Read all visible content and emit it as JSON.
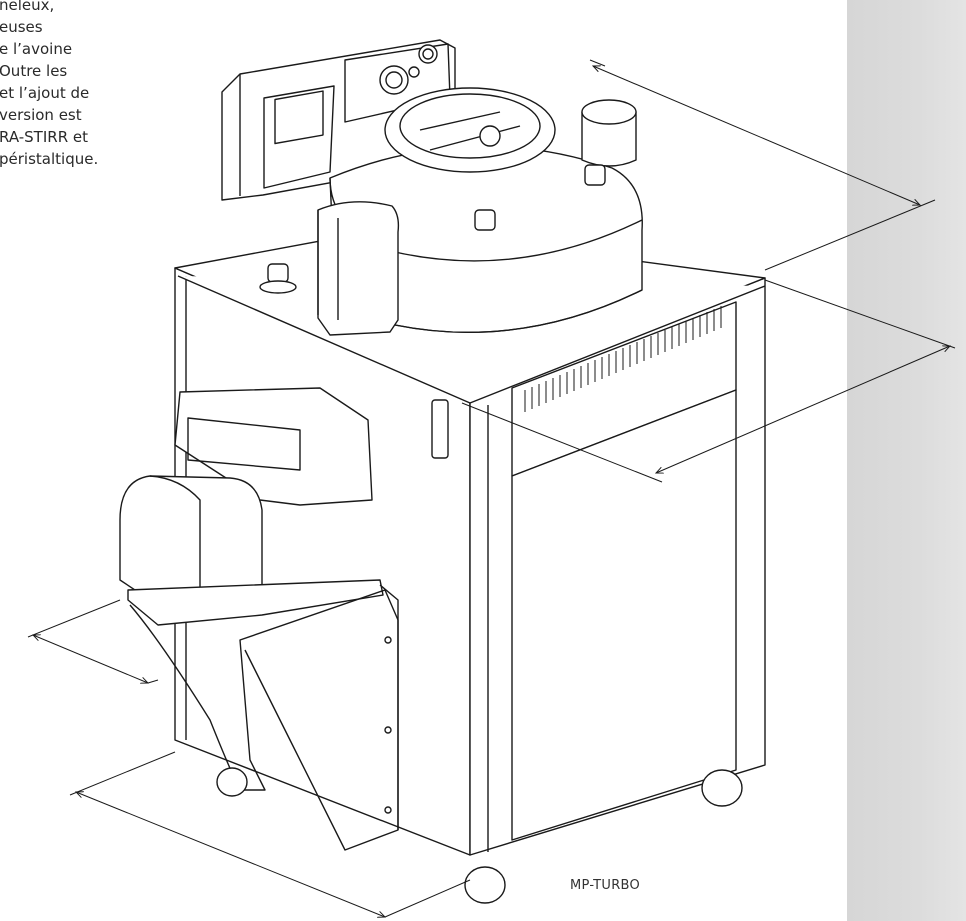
{
  "intro": {
    "lines": [
      "neleux,",
      "euses",
      "e l’avoine",
      "Outre les",
      "et l’ajout de",
      "version est",
      "RA-STIRR et",
      "péristaltique."
    ]
  },
  "caption": "MP-TURBO",
  "colors": {
    "line": "#1a1a1a",
    "text": "#2a2a2a",
    "side_panel": "#d9d9d9"
  }
}
